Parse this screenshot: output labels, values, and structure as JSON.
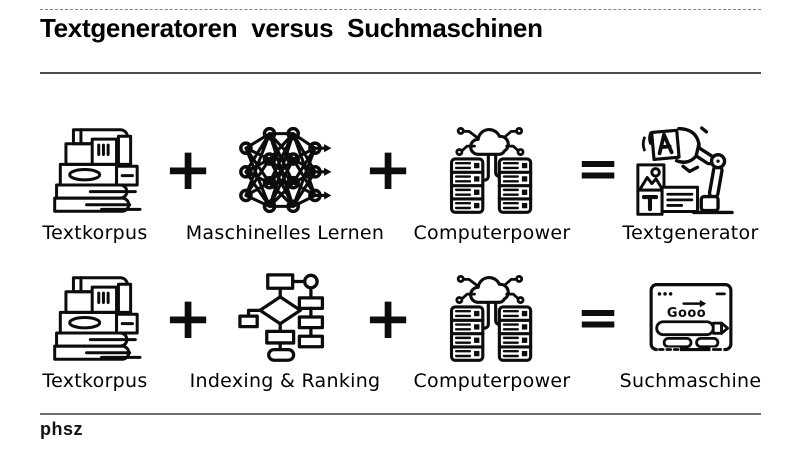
{
  "title": "Textgeneratoren versus Suchmaschinen",
  "operators": {
    "plus": "+",
    "equals": "="
  },
  "rows": [
    {
      "items": [
        {
          "icon": "books-icon",
          "label": "Textkorpus"
        },
        {
          "icon": "neural-network-icon",
          "label": "Maschinelles Lernen"
        },
        {
          "icon": "server-cloud-icon",
          "label": "Computerpower"
        },
        {
          "icon": "robot-arm-icon",
          "label": "Textgenerator"
        }
      ]
    },
    {
      "items": [
        {
          "icon": "books-icon",
          "label": "Textkorpus"
        },
        {
          "icon": "flowchart-icon",
          "label": "Indexing & Ranking"
        },
        {
          "icon": "server-cloud-icon",
          "label": "Computerpower"
        },
        {
          "icon": "search-browser-icon",
          "label": "Suchmaschine",
          "icon_text": "Gooo"
        }
      ]
    }
  ],
  "footer": {
    "logo": "phsz"
  },
  "colors": {
    "ink": "#0c0c0c",
    "rule": "#4d4d4d",
    "background": "#ffffff"
  }
}
